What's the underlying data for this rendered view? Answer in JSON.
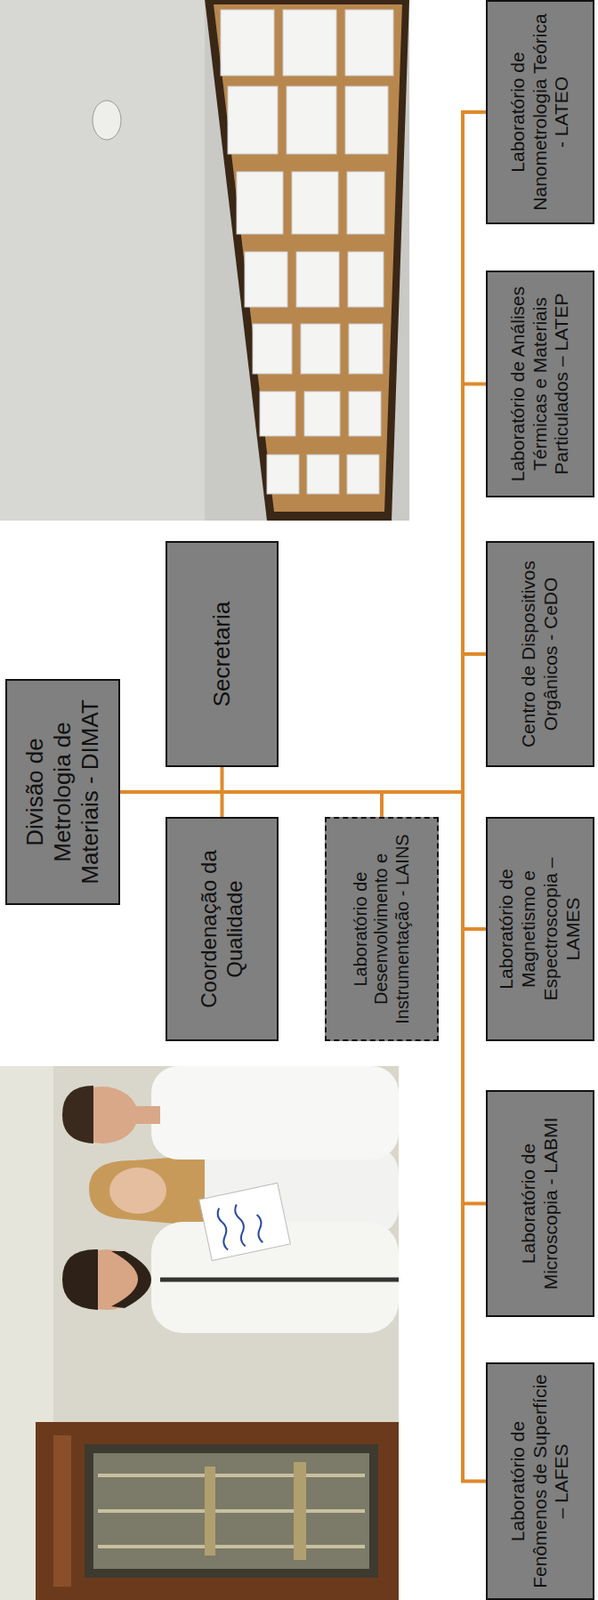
{
  "diagram": {
    "nodes": [
      {
        "text": [
          "Divisão de Metrologia de Materiais - DIMAT"
        ]
      },
      {
        "text": [
          "Coordenação da Qualidade"
        ]
      },
      {
        "text": [
          "Secretaria"
        ]
      },
      {
        "text": [
          "Laboratório de Desenvolvimento e Instrumentação - LAINS"
        ]
      },
      {
        "text": [
          "Laboratório de Fenômenos de Superfície – LAFES"
        ]
      },
      {
        "text": [
          "Laboratório de Microscopia - LABMI"
        ]
      },
      {
        "text": [
          "Laboratório de Magnetismo e Espectroscopia – LAMES"
        ]
      },
      {
        "text": [
          "Centro de Dispositivos Orgânicos - CeDO"
        ]
      },
      {
        "text": [
          "Laboratório de Análises Térmicas e Materiais Particulados – LATEP"
        ]
      },
      {
        "text": [
          "Laboratório de Nanometrologia Teórica - LATEO"
        ]
      }
    ],
    "edges": [
      {
        "from": 0,
        "to": 1,
        "arrow": "none"
      },
      {
        "from": 0,
        "to": 2,
        "arrow": "none"
      },
      {
        "from": 0,
        "to": 3,
        "arrow": "none"
      },
      {
        "from": 0,
        "to": 4,
        "arrow": "none"
      },
      {
        "from": 0,
        "to": 5,
        "arrow": "none"
      },
      {
        "from": 0,
        "to": 6,
        "arrow": "none"
      },
      {
        "from": 0,
        "to": 7,
        "arrow": "none"
      },
      {
        "from": 0,
        "to": 8,
        "arrow": "none"
      },
      {
        "from": 0,
        "to": 9,
        "arrow": "none"
      }
    ]
  }
}
